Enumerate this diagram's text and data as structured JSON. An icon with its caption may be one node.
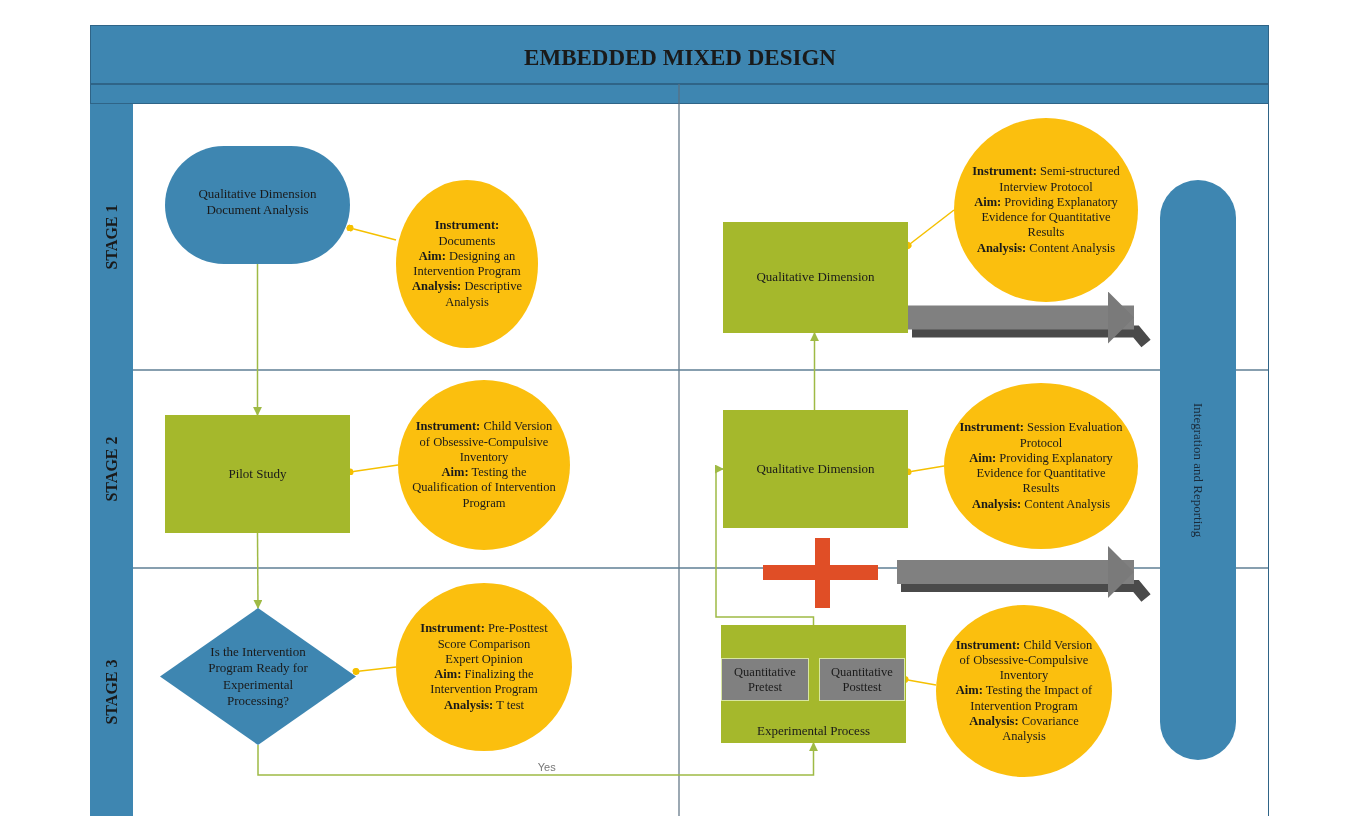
{
  "diagram": {
    "title": "EMBEDDED MIXED DESIGN",
    "nodes": [
      {
        "text": [
          "STAGE 1"
        ]
      },
      {
        "text": [
          "STAGE 2"
        ]
      },
      {
        "text": [
          "STAGE 3"
        ]
      },
      {
        "text": [
          "Qualitative Dimension Document Analysis"
        ]
      },
      {
        "text": [
          "**Instrument:** Documents",
          "**Aim:** Designing an Intervention Program",
          "**Analysis:** Descriptive Analysis"
        ]
      },
      {
        "text": [
          "Pilot Study"
        ]
      },
      {
        "text": [
          "**Instrument:** Child Version of Obsessive-Compulsive Inventory",
          "**Aim:** Testing the Qualification of Intervention Program"
        ]
      },
      {
        "text": [
          "Is the Intervention Program Ready for Experimental Processing?"
        ]
      },
      {
        "text": [
          "**Instrument:** Pre-Posttest Score Comparison",
          "Expert Opinion",
          "**Aim:** Finalizing the Intervention Program",
          "**Analysis:** T test"
        ]
      },
      {
        "text": [
          "Qualitative Dimension"
        ]
      },
      {
        "text": [
          "**Instrument:** Semi-structured Interview Protocol",
          "**Aim:** Providing Explanatory Evidence for Quantitative Results",
          "**Analysis:** Content Analysis"
        ]
      },
      {
        "text": [
          "Qualitative Dimension"
        ]
      },
      {
        "text": [
          "**Instrument:** Session Evaluation Protocol",
          "**Aim:** Providing Explanatory Evidence for Quantitative Results",
          "**Analysis:** Content Analysis"
        ]
      },
      {
        "text": [
          "Experimental Process"
        ]
      },
      {
        "text": [
          "Quantitative Pretest"
        ],
        "in": 13
      },
      {
        "text": [
          "Quantitative Posttest"
        ],
        "in": 13
      },
      {
        "text": [
          "**Instrument:** Child Version of Obsessive-Compulsive Inventory",
          "**Aim:** Testing the Impact of Intervention Program",
          "**Analysis:** Covariance Analysis"
        ]
      },
      {
        "text": [
          "Integration and Reporting"
        ]
      }
    ],
    "edges": [
      {
        "from": 3,
        "to": 5,
        "arrow": "to"
      },
      {
        "from": 5,
        "to": 7,
        "arrow": "to"
      },
      {
        "from": 7,
        "to": 13,
        "arrow": "to",
        "label": "Yes"
      },
      {
        "from": 13,
        "to": 11,
        "arrow": "to"
      },
      {
        "from": 11,
        "to": 9,
        "arrow": "to"
      },
      {
        "from": 4,
        "to": 3,
        "arrow": "other",
        "color": "#f5c000"
      },
      {
        "from": 6,
        "to": 5,
        "arrow": "other",
        "color": "#f5c000"
      },
      {
        "from": 8,
        "to": 7,
        "arrow": "other",
        "color": "#f5c000"
      },
      {
        "from": 10,
        "to": 9,
        "arrow": "other",
        "color": "#f5c000"
      },
      {
        "from": 12,
        "to": 11,
        "arrow": "other",
        "color": "#f5c000"
      },
      {
        "from": 16,
        "to": 15,
        "arrow": "other",
        "color": "#f5c000"
      },
      {
        "from": 9,
        "to": 17,
        "arrow": "to",
        "style": "thick",
        "color": "#808080"
      },
      {
        "from": null,
        "to": 17,
        "arrow": "to",
        "style": "thick",
        "color": "#808080"
      }
    ]
  }
}
